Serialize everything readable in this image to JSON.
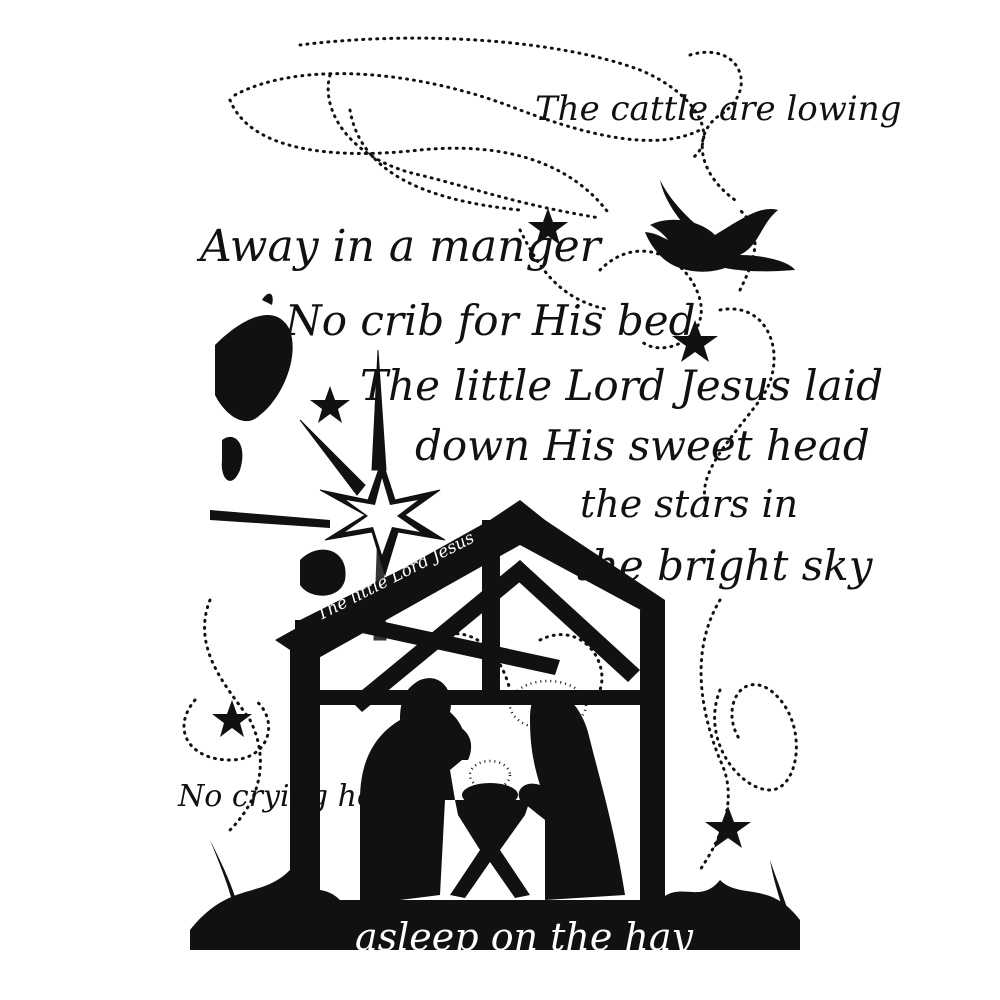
{
  "lyrics": {
    "line1": "The cattle are lowing",
    "line2": "Away in a manger",
    "line3": "No crib for His bed",
    "line4": "The little Lord Jesus laid",
    "line5": "down His sweet head",
    "line6": "the stars in",
    "line7": "the bright sky",
    "line8": "No crying he m",
    "line9": "asleep on the hay"
  },
  "ribbon_text": "The little Lord Jesus",
  "colors": {
    "ink": "#111111",
    "paper": "#ffffff"
  }
}
